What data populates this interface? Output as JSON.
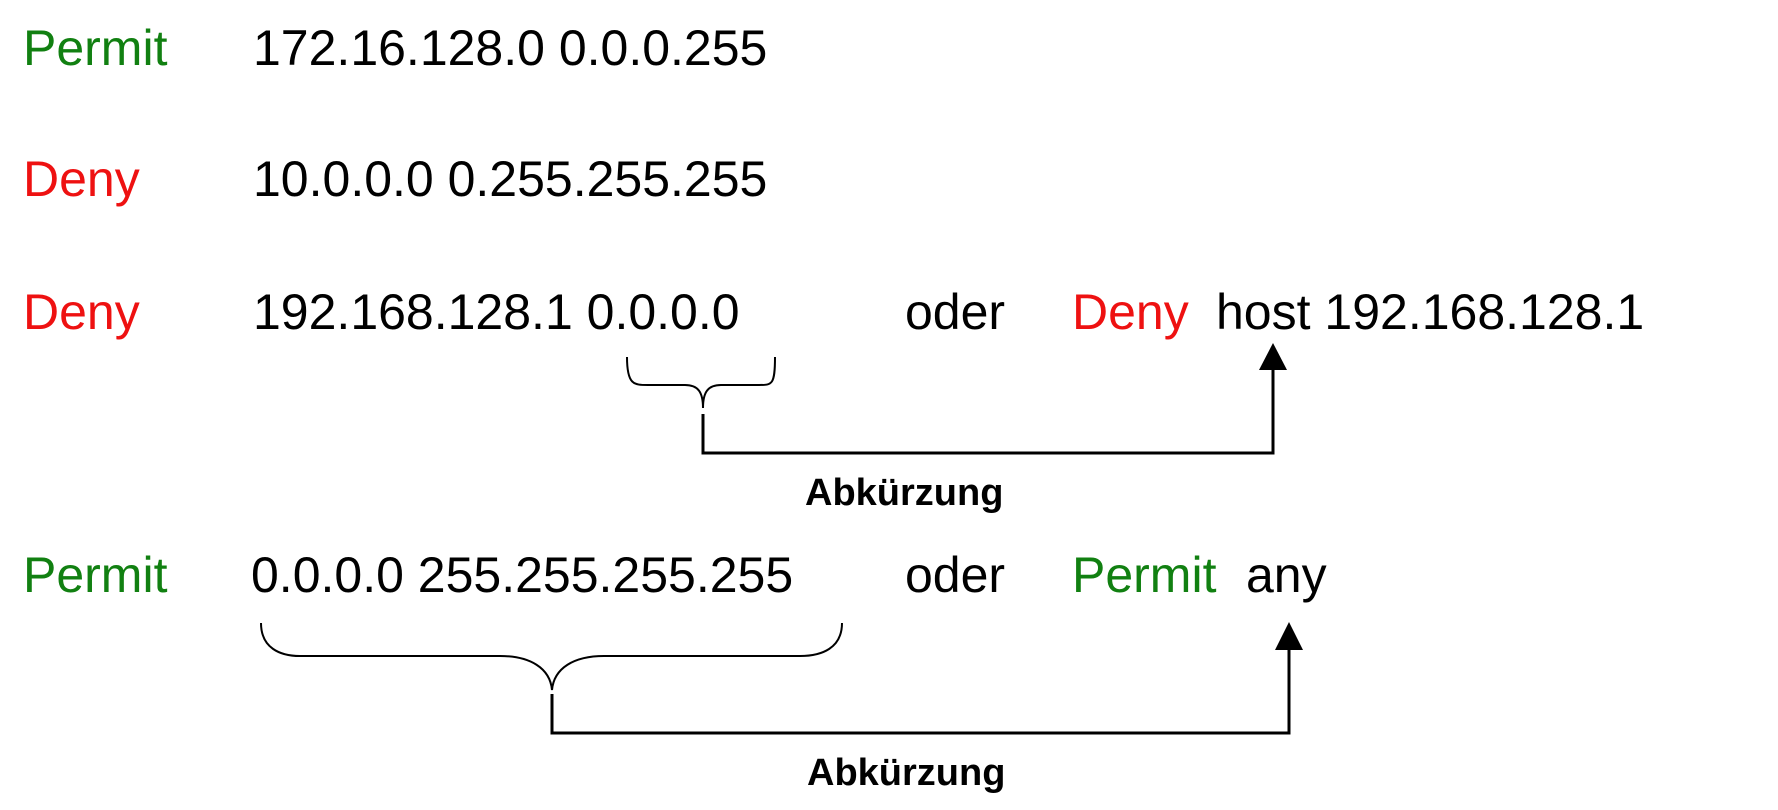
{
  "colors": {
    "permit": "#118011",
    "deny": "#ee1111",
    "text": "#000000"
  },
  "rows": [
    {
      "action": "Permit",
      "address": "172.16.128.0 0.0.0.255"
    },
    {
      "action": "Deny",
      "address": "10.0.0.0 0.255.255.255"
    },
    {
      "action": "Deny",
      "address": "192.168.128.1 0.0.0.0",
      "oder": "oder",
      "alt_action": "Deny",
      "alt_text": "host 192.168.128.1"
    },
    {
      "action": "Permit",
      "address": "0.0.0.0 255.255.255.255",
      "oder": "oder",
      "alt_action": "Permit",
      "alt_text": "any"
    }
  ],
  "annotations": {
    "host_label": "Abkürzung",
    "any_label": "Abkürzung"
  }
}
